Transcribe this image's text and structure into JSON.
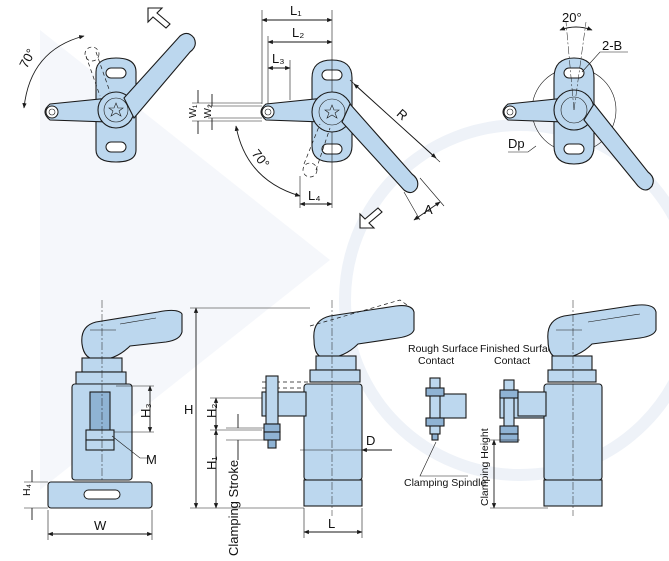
{
  "labels": {
    "l1": "L₁",
    "l2": "L₂",
    "l3": "L₃",
    "l4": "L₄",
    "w1": "W₁",
    "w2": "W₂",
    "r": "R",
    "a": "A",
    "angle_top": "70°",
    "angle_mid": "70°",
    "angle_20": "20°",
    "two_b": "2-B",
    "dp": "Dp",
    "h": "H",
    "h1": "H₁",
    "h2": "H₂",
    "h3": "H₃",
    "h4": "H₄",
    "m": "M",
    "w": "W",
    "l": "L",
    "d": "D",
    "clamping_stroke": "Clamping Stroke",
    "rough_surface_1": "Rough Surface",
    "rough_surface_2": "Contact",
    "finished_surface_1": "Finished Surface",
    "finished_surface_2": "Contact",
    "clamping_spindle": "Clamping Spindle",
    "clamping_height": "Clamping Height"
  },
  "colors": {
    "part_fill": "#bcd7ee",
    "part_dark": "#8fb3d4",
    "line": "#1a1a1a"
  }
}
